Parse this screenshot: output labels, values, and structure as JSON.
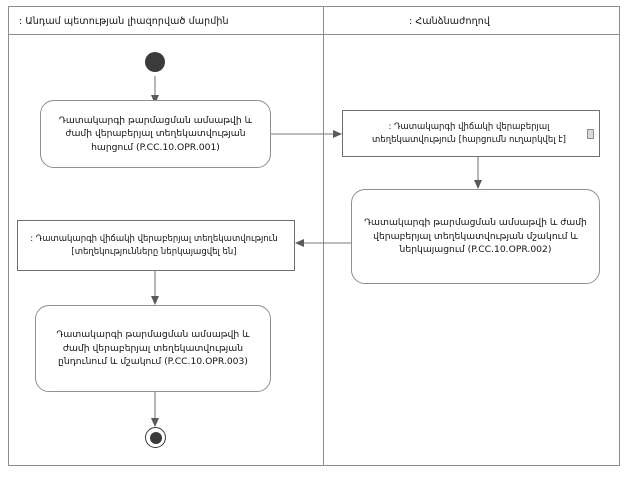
{
  "diagram": {
    "type": "uml-activity-diagram",
    "partitions": [
      {
        "name": "member-state-authority",
        "title": ": Անդամ պետության լիազորված մարմին"
      },
      {
        "name": "commission",
        "title": ": Հանձնաժողով"
      }
    ],
    "nodes": {
      "initial": {
        "kind": "initial-node",
        "label": ""
      },
      "action_opr_001": {
        "kind": "action",
        "text": "Դատակարգի թարմացման ամսաթվի և ժամի վերաբերյալ տեղեկատվության հարցում (P.CC.10.OPR.001)",
        "code": "P.CC.10.OPR.001"
      },
      "object_request_sent": {
        "kind": "object",
        "text": ": Դատակարգի վիճակի վերաբերյալ տեղեկատվություն [հարցումն ուղարկվել է]",
        "state": "հարցումն ուղարկվել է"
      },
      "action_opr_002": {
        "kind": "action",
        "text": "Դատակարգի թարմացման ամսաթվի և ժամի վերաբերյալ տեղեկատվության մշակում և ներկայացում (P.CC.10.OPR.002)",
        "code": "P.CC.10.OPR.002"
      },
      "object_info_presented": {
        "kind": "object",
        "text": ": Դատակարգի վիճակի վերաբերյալ տեղեկատվություն [տեղեկությունները ներկայացվել են]",
        "state": "տեղեկությունները ներկայացվել են"
      },
      "action_opr_003": {
        "kind": "action",
        "text": "Դատակարգի թարմացման ամսաթվի և ժամի վերաբերյալ տեղեկատվության ընդունում և մշակում (P.CC.10.OPR.003)",
        "code": "P.CC.10.OPR.003"
      },
      "final": {
        "kind": "final-node",
        "label": ""
      }
    },
    "colors": {
      "frame_border": "#8d8d8d",
      "node_border": "#8f8f8f",
      "edge": "#7a7a7a",
      "node_fill": "#ffffff",
      "terminal_fill": "#3b3b3b",
      "background": "#ffffff"
    }
  }
}
